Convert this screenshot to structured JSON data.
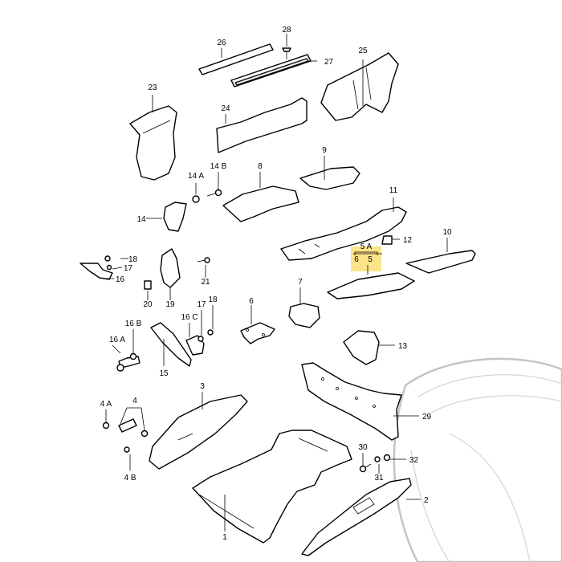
{
  "colors": {
    "highlight": "#fde48a",
    "line": "#000000",
    "watermark": "#c8c8c8"
  },
  "labels": {
    "p1": "1",
    "p2": "2",
    "p3": "3",
    "p4": "4",
    "p4a": "4 A",
    "p4b": "4 B",
    "p5a": "5 A",
    "p6": "6",
    "p5": "5",
    "p7": "7",
    "p8": "8",
    "p9": "9",
    "p10": "10",
    "p11": "11",
    "p12": "12",
    "p13": "13",
    "p14": "14",
    "p14a": "14 A",
    "p14b": "14 B",
    "p15": "15",
    "p16": "16",
    "p16a": "16 A",
    "p16b": "16 B",
    "p16c": "16 C",
    "p17a": "17",
    "p17b": "17",
    "p18a": "18",
    "p18b": "18",
    "p19": "19",
    "p20": "20",
    "p21": "21",
    "p23": "23",
    "p24": "24",
    "p25": "25",
    "p26": "26",
    "p27": "27",
    "p28": "28",
    "p29": "29",
    "p30": "30",
    "p31": "31",
    "p32": "32"
  },
  "highlighted_callout": "5 A"
}
